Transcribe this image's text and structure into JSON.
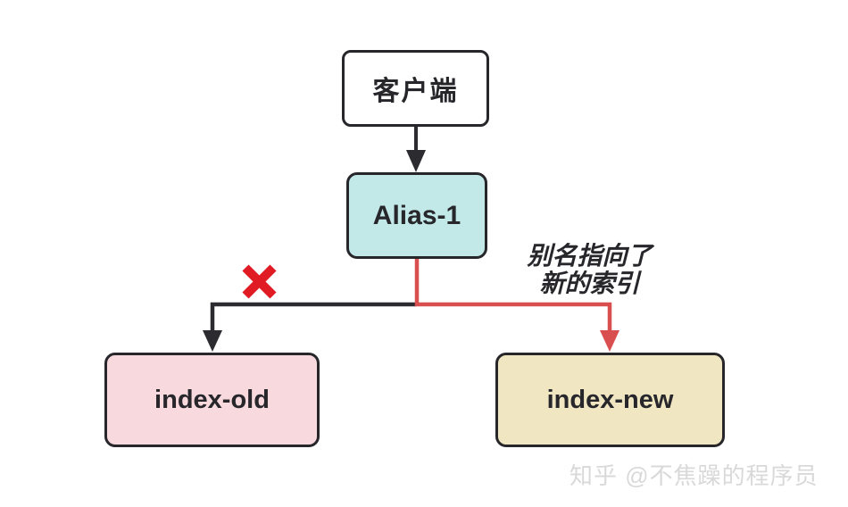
{
  "diagram": {
    "nodes": {
      "client": {
        "label": "客户端",
        "fill": "#ffffff"
      },
      "alias": {
        "label": "Alias-1",
        "fill": "#c2e8e8"
      },
      "index_old": {
        "label": "index-old",
        "fill": "#f8d9dd"
      },
      "index_new": {
        "label": "index-new",
        "fill": "#f0e7c2"
      }
    },
    "edges": [
      {
        "from": "client",
        "to": "alias",
        "color": "#26262b",
        "status": "normal"
      },
      {
        "from": "alias",
        "to": "index_old",
        "color": "#26262b",
        "status": "crossed-out"
      },
      {
        "from": "alias",
        "to": "index_new",
        "color": "#d94f4f",
        "status": "active"
      }
    ],
    "annotation": {
      "line1": "别名指向了",
      "line2": "新的索引"
    },
    "colors": {
      "node_border": "#26262b",
      "text": "#26262b",
      "black_edge": "#2b2b30",
      "red_edge": "#d94f4f",
      "cross_mark": "#e01b24",
      "watermark": "#d9d9d9"
    }
  },
  "watermark": {
    "text": "知乎 @不焦躁的程序员"
  }
}
